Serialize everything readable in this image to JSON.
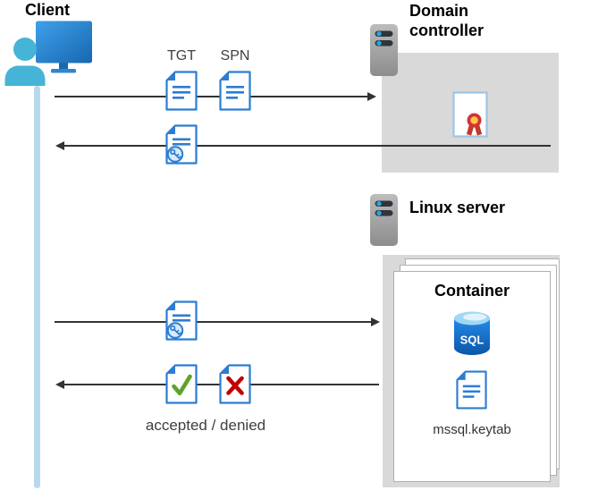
{
  "diagram": {
    "client": {
      "label": "Client"
    },
    "domain_controller": {
      "label": "Domain controller"
    },
    "linux_server": {
      "label": "Linux server"
    },
    "container": {
      "label": "Container",
      "sql_badge": "SQL",
      "keytab": "mssql.keytab"
    },
    "flow": {
      "tgt_label": "TGT",
      "spn_label": "SPN",
      "result_label": "accepted / denied"
    }
  },
  "icons": [
    "client-user-icon",
    "timeline-bar",
    "tgt-document-icon",
    "spn-document-icon",
    "ticket-key-icon",
    "certificate-icon",
    "server-icon",
    "sql-database-icon",
    "accepted-document-icon",
    "denied-document-icon",
    "keytab-document-icon"
  ],
  "colors": {
    "doc_blue": "#2b7cd3",
    "person_teal": "#45b4d6",
    "timeline_blue": "#b7d9ee",
    "box_gray": "#d9d9d9",
    "success_green": "#5fa32e",
    "error_red": "#c00000",
    "seal_red": "#d13438",
    "seal_gold": "#ffc83d",
    "sql_blue": "#1b86e3",
    "arrow_dark": "#333333"
  }
}
